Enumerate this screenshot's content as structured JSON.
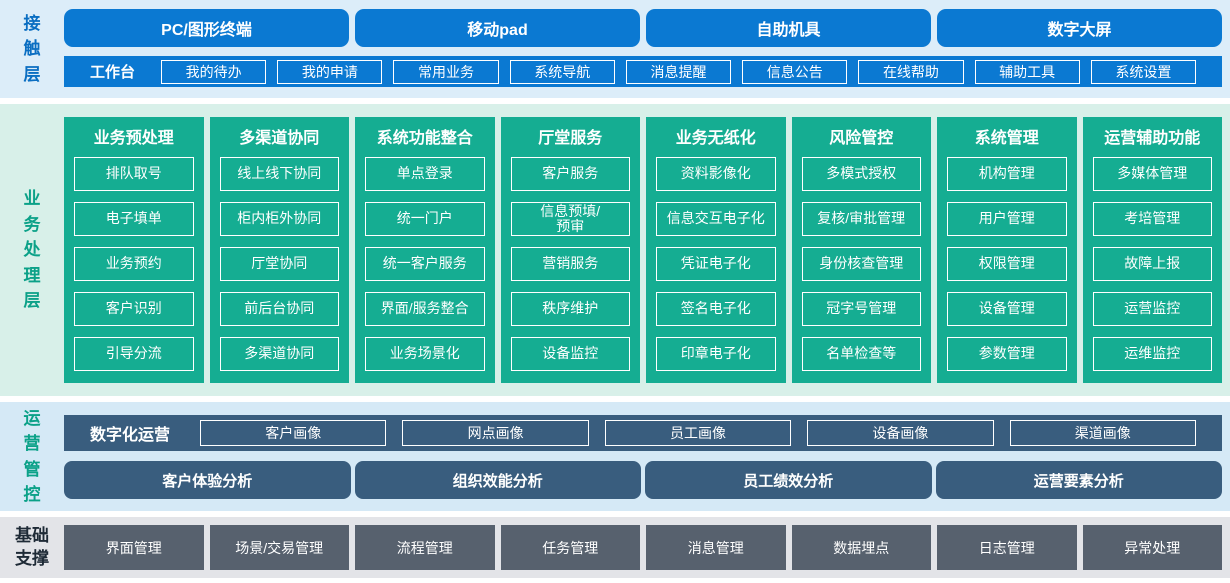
{
  "colors": {
    "channel_blue": "#0b79d2",
    "business_teal": "#15ad92",
    "operation_slate": "#395d7e",
    "foundation_gray": "#57616e",
    "contact_bg": "#dcedf9",
    "business_bg": "#d8f0e9",
    "operation_bg": "#d5e9f6",
    "foundation_bg": "#e3e4e8"
  },
  "layers": {
    "contact": {
      "label": "接触层",
      "channels": [
        "PC/图形终端",
        "移动pad",
        "自助机具",
        "数字大屏"
      ],
      "workbench_label": "工作台",
      "workbench_items": [
        "我的待办",
        "我的申请",
        "常用业务",
        "系统导航",
        "消息提醒",
        "信息公告",
        "在线帮助",
        "辅助工具",
        "系统设置"
      ]
    },
    "business": {
      "label": "业务处理层",
      "columns": [
        {
          "title": "业务预处理",
          "items": [
            "排队取号",
            "电子填单",
            "业务预约",
            "客户识别",
            "引导分流"
          ]
        },
        {
          "title": "多渠道协同",
          "items": [
            "线上线下协同",
            "柜内柜外协同",
            "厅堂协同",
            "前后台协同",
            "多渠道协同"
          ]
        },
        {
          "title": "系统功能整合",
          "items": [
            "单点登录",
            "统一门户",
            "统一客户服务",
            "界面/服务整合",
            "业务场景化"
          ]
        },
        {
          "title": "厅堂服务",
          "items": [
            "客户服务",
            "信息预填/\n预审",
            "营销服务",
            "秩序维护",
            "设备监控"
          ]
        },
        {
          "title": "业务无纸化",
          "items": [
            "资料影像化",
            "信息交互电子化",
            "凭证电子化",
            "签名电子化",
            "印章电子化"
          ]
        },
        {
          "title": "风险管控",
          "items": [
            "多模式授权",
            "复核/审批管理",
            "身份核查管理",
            "冠字号管理",
            "名单检查等"
          ]
        },
        {
          "title": "系统管理",
          "items": [
            "机构管理",
            "用户管理",
            "权限管理",
            "设备管理",
            "参数管理"
          ]
        },
        {
          "title": "运营辅助功能",
          "items": [
            "多媒体管理",
            "考培管理",
            "故障上报",
            "运营监控",
            "运维监控"
          ]
        }
      ]
    },
    "operation": {
      "label": "运营管控",
      "digital_label": "数字化运营",
      "profiles": [
        "客户画像",
        "网点画像",
        "员工画像",
        "设备画像",
        "渠道画像"
      ],
      "analyses": [
        "客户体验分析",
        "组织效能分析",
        "员工绩效分析",
        "运营要素分析"
      ]
    },
    "foundation": {
      "label": "基础支撑",
      "items": [
        "界面管理",
        "场景/交易管理",
        "流程管理",
        "任务管理",
        "消息管理",
        "数据埋点",
        "日志管理",
        "异常处理"
      ]
    }
  }
}
